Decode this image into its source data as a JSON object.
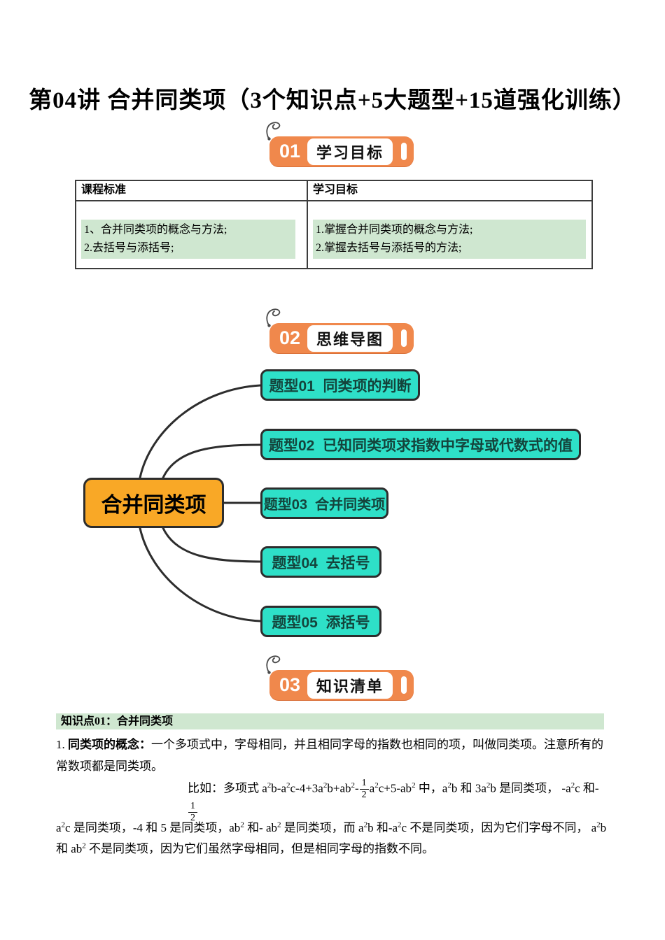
{
  "page": {
    "title": "第04讲 合并同类项（3个知识点+5大题型+15道强化训练）"
  },
  "sections": [
    {
      "num": "01",
      "label": "学习目标"
    },
    {
      "num": "02",
      "label": "思维导图"
    },
    {
      "num": "03",
      "label": "知识清单"
    }
  ],
  "table": {
    "headers": [
      "课程标准",
      "学习目标"
    ],
    "left_items": [
      "1、合并同类项的概念与方法;",
      "2.去括号与添括号;"
    ],
    "right_items": [
      "1.掌握合并同类项的概念与方法;",
      "2.掌握去括号与添括号的方法;"
    ]
  },
  "mindmap": {
    "center": "合并同类项",
    "branches": [
      "题型01  同类项的判断",
      "题型02  已知同类项求指数中字母或代数式的值",
      "题型03  合并同类项",
      "题型04  去括号",
      "题型05  添括号"
    ]
  },
  "knowledge": {
    "header": "知识点01：合并同类项",
    "para_num": "1. ",
    "para_bold": "同类项的概念：",
    "para_rest": "一个多项式中，字母相同，并且相同字母的指数也相同的项，叫做同类项。注意所有的",
    "para_line2": "常数项都是同类项。",
    "example_line1": "比如：多项式 a^2b-a^2c-4+3a^2b+ab^2-{1/2}a^2c+5-ab^2 中，a^2b 和 3a^2b 是同类项， -a^2c 和-{1/2}",
    "example_line2": "a^2c 是同类项，-4 和 5 是同类项，ab^2 和- ab^2 是同类项，而 a^2b 和-a^2c 不是同类项，因为它们字母不同， a^2b",
    "example_line3": "和 ab^2 不是同类项，因为它们虽然字母相同，但是相同字母的指数不同。"
  },
  "colors": {
    "badge_orange": "#F0884C",
    "mindmap_center_orange": "#F9A826",
    "mindmap_branch_teal": "#2EE0C8",
    "highlight_green": "#CFE7D0",
    "line_dark": "#2D2D2D"
  }
}
